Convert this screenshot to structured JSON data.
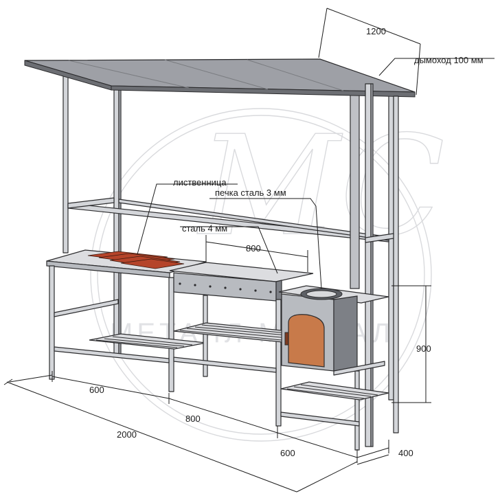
{
  "labels": {
    "chimney": "дымоход 100 мм",
    "larch": "лиственница",
    "stove": "печка сталь 3 мм",
    "steel": "сталь 4 мм"
  },
  "dimensions": {
    "roof_width": "1200",
    "grill_length": "800",
    "height": "900",
    "left_section": "600",
    "middle_section": "800",
    "right_section": "600",
    "total_length": "2000",
    "depth": "400"
  },
  "watermark": {
    "text": "МЕТАЛЛ МАНГАЛ",
    "monogram": "МС"
  },
  "colors": {
    "frame": "#d4d6da",
    "roof": "#9ea0a6",
    "wood": "#b5442a",
    "line": "#1b1b1b"
  }
}
